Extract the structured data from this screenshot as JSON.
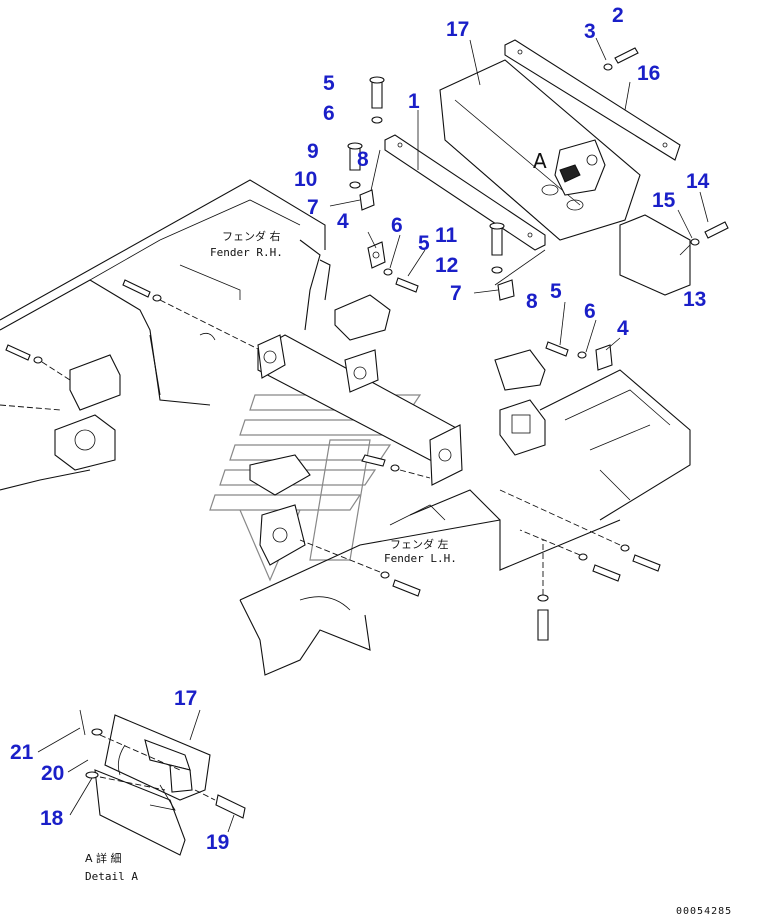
{
  "callouts": [
    {
      "id": "c1",
      "text": "1"
    },
    {
      "id": "c2",
      "text": "2"
    },
    {
      "id": "c3",
      "text": "3"
    },
    {
      "id": "c4a",
      "text": "4"
    },
    {
      "id": "c4b",
      "text": "4"
    },
    {
      "id": "c5a",
      "text": "5"
    },
    {
      "id": "c5b",
      "text": "5"
    },
    {
      "id": "c5c",
      "text": "5"
    },
    {
      "id": "c6a",
      "text": "6"
    },
    {
      "id": "c6b",
      "text": "6"
    },
    {
      "id": "c6c",
      "text": "6"
    },
    {
      "id": "c7a",
      "text": "7"
    },
    {
      "id": "c7b",
      "text": "7"
    },
    {
      "id": "c8a",
      "text": "8"
    },
    {
      "id": "c8b",
      "text": "8"
    },
    {
      "id": "c9",
      "text": "9"
    },
    {
      "id": "c10",
      "text": "10"
    },
    {
      "id": "c11",
      "text": "11"
    },
    {
      "id": "c12",
      "text": "12"
    },
    {
      "id": "c13",
      "text": "13"
    },
    {
      "id": "c14",
      "text": "14"
    },
    {
      "id": "c15",
      "text": "15"
    },
    {
      "id": "c16",
      "text": "16"
    },
    {
      "id": "c17a",
      "text": "17"
    },
    {
      "id": "c17b",
      "text": "17"
    },
    {
      "id": "c18",
      "text": "18"
    },
    {
      "id": "c19",
      "text": "19"
    },
    {
      "id": "c20",
      "text": "20"
    },
    {
      "id": "c21",
      "text": "21"
    }
  ],
  "fender_rh": {
    "jp": "フェンダ 右",
    "en": "Fender R.H."
  },
  "fender_lh": {
    "jp": "フェンダ 左",
    "en": "Fender L.H."
  },
  "view_marker": "A",
  "detail": {
    "jp": "A 詳 細",
    "en": "Detail A"
  },
  "drawing_code": "00054285",
  "label_color": "#1a1fc8"
}
